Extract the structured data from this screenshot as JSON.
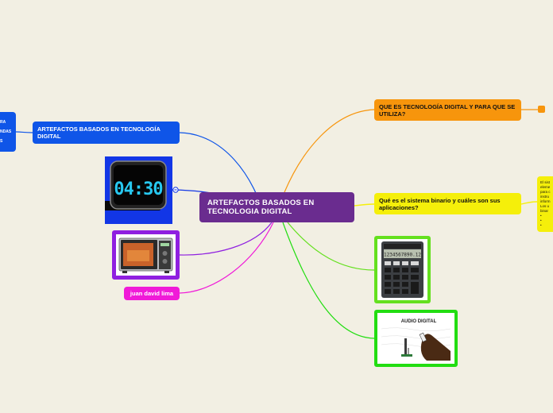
{
  "central": {
    "label": "ARTEFACTOS BASADOS EN TECNOLOGIA DIGITAL"
  },
  "blue_branch": {
    "label": "ARTEFACTOS BASADOS EN TECNOLOGÍA DIGITAL",
    "side_items": [
      "RA",
      "NDAS",
      "S"
    ],
    "color": "#0f55e8"
  },
  "orange_branch": {
    "label": "QUE ES TECNOLOGÍA DIGITAL Y PARA QUE SE UTILIZA?",
    "color": "#f7950c"
  },
  "yellow_branch": {
    "label": "Qué es el sistema binario y cuáles son sus aplicaciones?",
    "side_lines": [
      "El sist",
      "eleme",
      "para c",
      "instru",
      "inform",
      "Los u",
      "binar",
      "•",
      "•",
      "•"
    ],
    "color": "#f5ef0a"
  },
  "pink_branch": {
    "label": "juan david lima",
    "color": "#f01ad8"
  },
  "images": {
    "clock": {
      "time": "04:30"
    },
    "calculator": {
      "display": "1234567890.12"
    },
    "audio": {
      "title": "AUDIO DIGITAL"
    }
  },
  "colors": {
    "background": "#f2efe3",
    "central": "#6a2c8f",
    "purple_branch": "#8f1fe0",
    "green_calc": "#64e01e",
    "green_audio": "#22dd11"
  }
}
